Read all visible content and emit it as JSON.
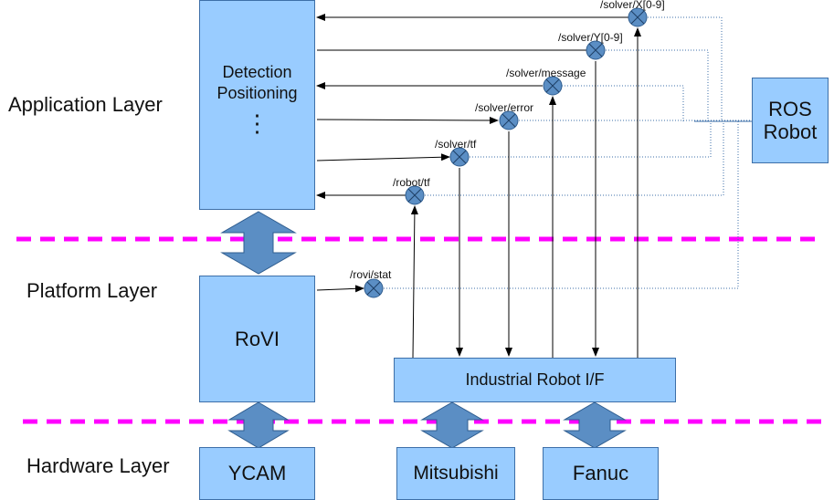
{
  "layers": {
    "application": "Application Layer",
    "platform": "Platform Layer",
    "hardware": "Hardware Layer"
  },
  "boxes": {
    "detection_line1": "Detection",
    "detection_line2": "Positioning",
    "detection_dots": "⋮",
    "ros_line1": "ROS",
    "ros_line2": "Robot",
    "rovi": "RoVI",
    "industrial_if": "Industrial Robot I/F",
    "ycam": "YCAM",
    "mitsubishi": "Mitsubishi",
    "fanuc": "Fanuc"
  },
  "topics": {
    "solver_x": "/solver/X[0-9]",
    "solver_y": "/solver/Y[0-9]",
    "solver_message": "/solver/message",
    "solver_error": "/solver/error",
    "solver_tf": "/solver/tf",
    "robot_tf": "/robot/tf",
    "rovi_stat": "/rovi/stat"
  },
  "colors": {
    "box_fill": "#99ccff",
    "separator": "#ff00ff",
    "arrow_fill": "#5b8ec4"
  }
}
